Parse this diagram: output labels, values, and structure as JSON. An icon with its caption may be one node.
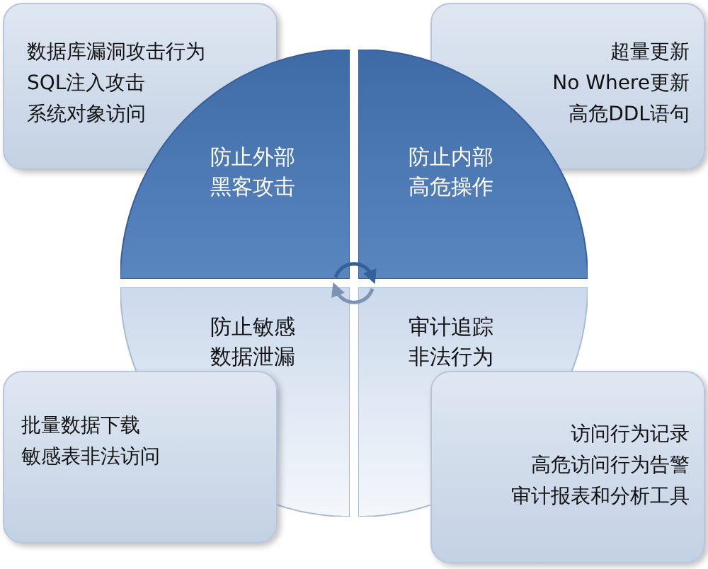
{
  "diagram": {
    "nodes": [
      {
        "text": [
          "数据库漏洞攻击行为",
          "SQL注入攻击",
          "系统对象访问"
        ]
      },
      {
        "text": [
          "超量更新",
          "No Where更新",
          "高危DDL语句"
        ]
      },
      {
        "text": [
          "防止外部黑客攻击"
        ]
      },
      {
        "text": [
          "防止内部高危操作"
        ]
      },
      {
        "text": [
          "防止敏感数据泄漏"
        ]
      },
      {
        "text": [
          "审计追踪非法行为"
        ]
      },
      {
        "text": [
          "批量数据下载",
          "敏感表非法访问"
        ]
      },
      {
        "text": [
          "访问行为记录",
          "高危访问行为告警",
          "审计报表和分析工具"
        ]
      }
    ],
    "edges": [
      {
        "from": 2,
        "to": 3,
        "arrow": "to"
      },
      {
        "from": 5,
        "to": 4,
        "arrow": "to"
      }
    ]
  }
}
